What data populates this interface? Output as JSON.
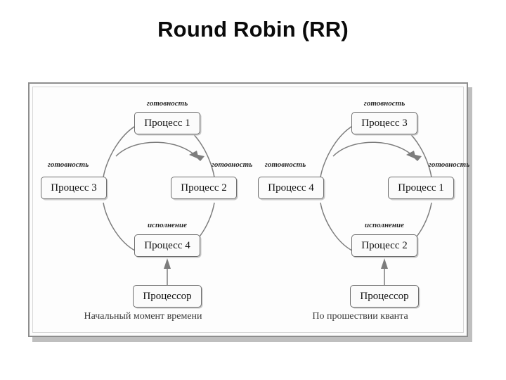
{
  "slide": {
    "title": "Round Robin (RR)"
  },
  "figure": {
    "panels": [
      {
        "id": "initial",
        "caption": "Начальный момент времени",
        "nodes": {
          "top": {
            "label": "Процесс 1",
            "state": "готовность"
          },
          "left": {
            "label": "Процесс 3",
            "state": "готовность"
          },
          "right": {
            "label": "Процесс 2",
            "state": "готовность"
          },
          "bottom": {
            "label": "Процесс 4",
            "state": "исполнение"
          },
          "cpu": {
            "label": "Процессор"
          }
        }
      },
      {
        "id": "after",
        "caption": "По прошествии кванта",
        "nodes": {
          "top": {
            "label": "Процесс 3",
            "state": "готовность"
          },
          "left": {
            "label": "Процесс 4",
            "state": "готовность"
          },
          "right": {
            "label": "Процесс 1",
            "state": "готовность"
          },
          "bottom": {
            "label": "Процесс 2",
            "state": "исполнение"
          },
          "cpu": {
            "label": "Процессор"
          }
        }
      }
    ]
  },
  "colors": {
    "background": "#ffffff",
    "figure_background": "#fdfdfd",
    "frame_border": "#8e8e8e",
    "box_border": "#6e6e6e",
    "arc_stroke": "#7d7d7d",
    "title_text": "#0a0a0a"
  }
}
